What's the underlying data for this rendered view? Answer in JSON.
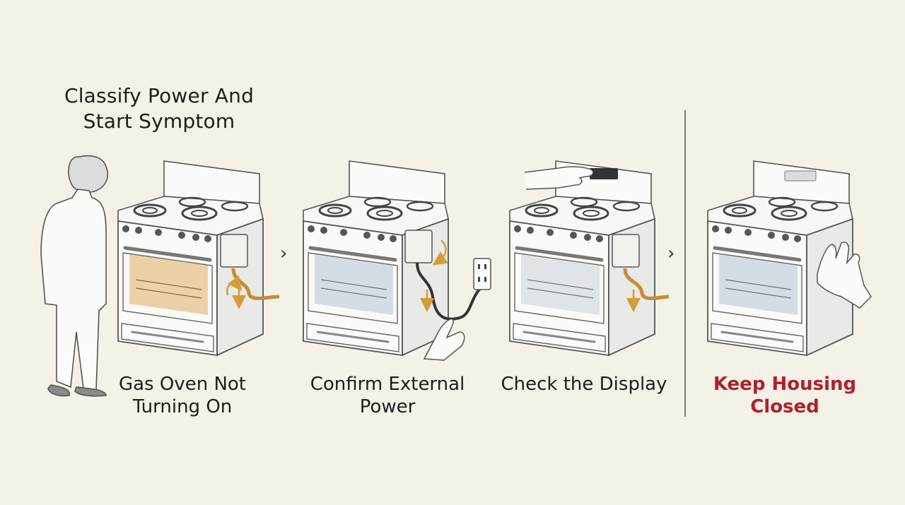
{
  "title": "Classify Power And Start Symptom",
  "steps": [
    {
      "caption": "Gas Oven Not Turning On"
    },
    {
      "caption": "Confirm External Power"
    },
    {
      "caption": "Check the Display"
    },
    {
      "caption": "Keep Housing Closed"
    }
  ],
  "separators": {
    "arrow": "›"
  },
  "colors": {
    "background": "#f4f1e8",
    "warning_text": "#b0202a",
    "accent_arrows": "#d49a3c",
    "glass_warm": "#e9c99a",
    "glass_cool": "#cfd9e2"
  }
}
